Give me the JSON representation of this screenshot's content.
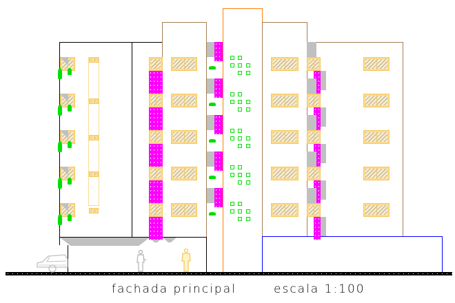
{
  "drawing": {
    "title": "fachada principal",
    "scale_label": "escala 1:100",
    "type": "architectural front elevation"
  },
  "colors": {
    "outline_black": "#000000",
    "outline_brown": "#a57e52",
    "outline_orange": "#ff8000",
    "outline_blue": "#0000ff",
    "window_fill": "#fcdb8c",
    "accent_magenta": "#ff00ff",
    "plant_green": "#00e000",
    "shadow_gray": "#c0c0c0"
  },
  "volumes": [
    {
      "name": "left-block",
      "outline": "black"
    },
    {
      "name": "center-left-tower",
      "outline": "brown"
    },
    {
      "name": "central-stair-tower",
      "outline": "orange"
    },
    {
      "name": "center-right-tower",
      "outline": "brown"
    },
    {
      "name": "right-block",
      "outline": "brown"
    },
    {
      "name": "ground-floor-box",
      "outline": "blue"
    }
  ],
  "floors": 5,
  "figures": [
    "car",
    "person-gray",
    "person-yellow"
  ]
}
